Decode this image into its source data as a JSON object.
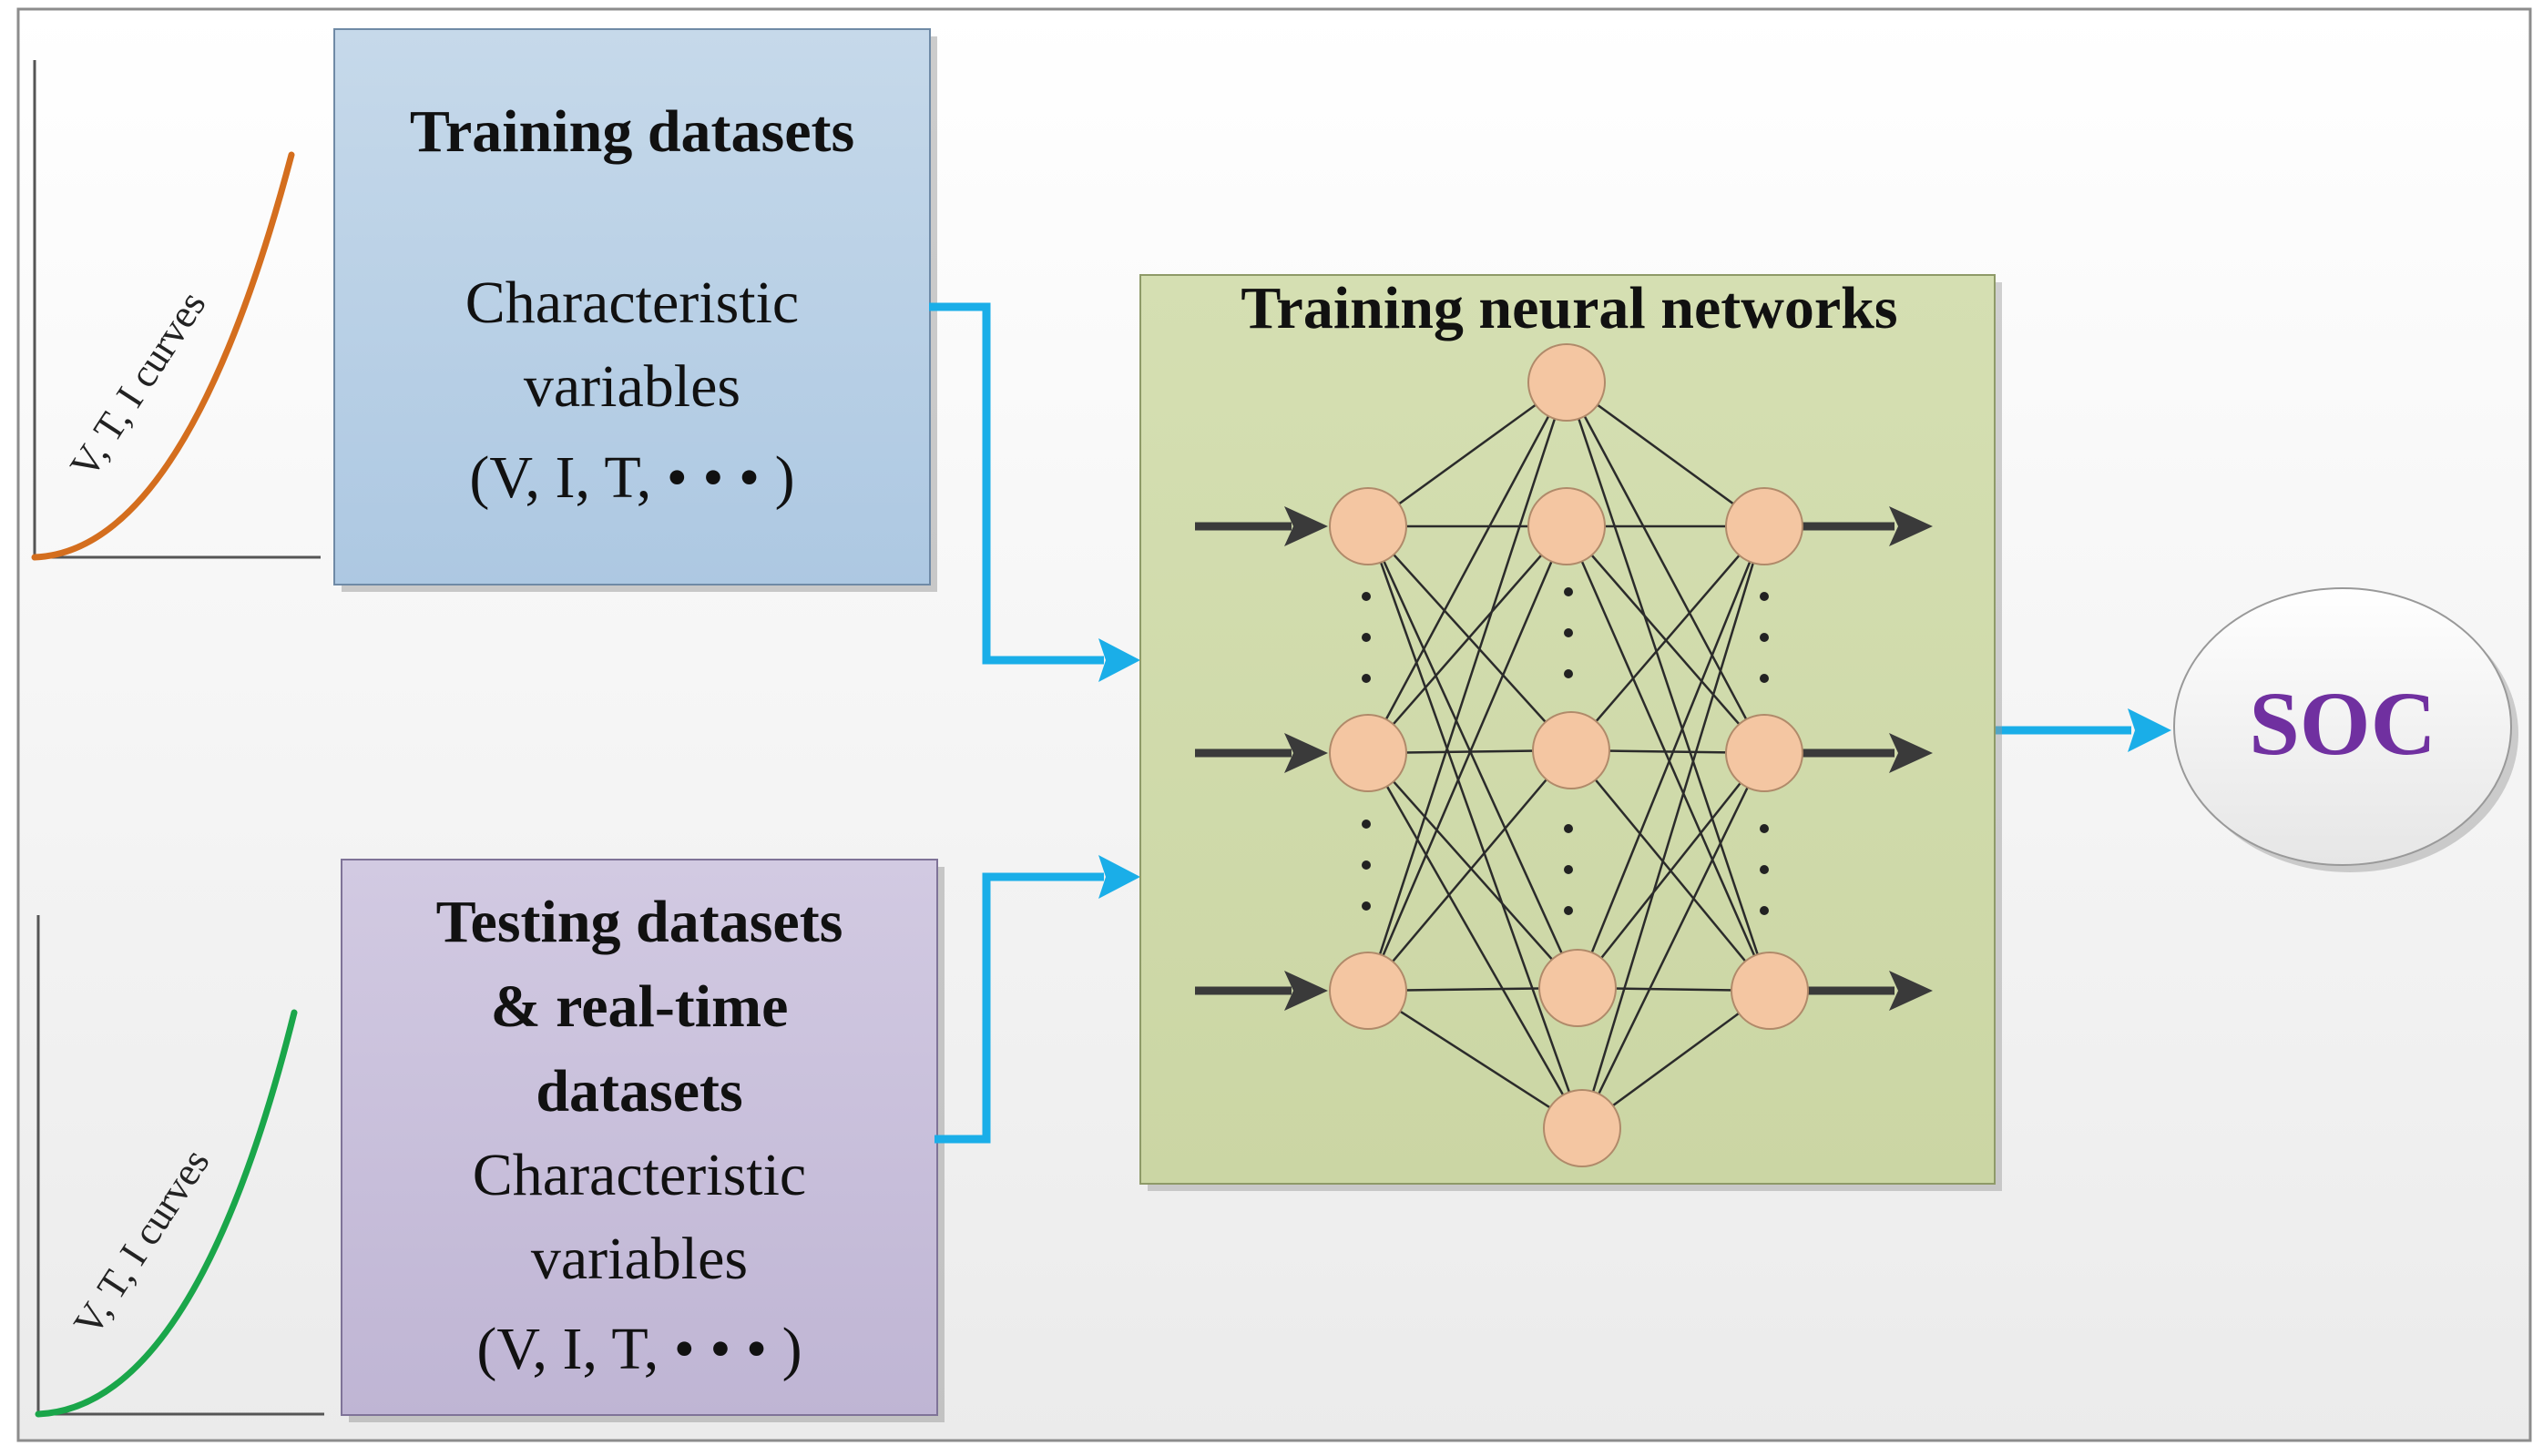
{
  "training_box": {
    "title": "Training datasets",
    "line1": "Characteristic",
    "line2": "variables",
    "line3": "(V, I, T, • • • )"
  },
  "testing_box": {
    "title_line1": "Testing datasets",
    "title_line2": "& real-time",
    "title_line3": "datasets",
    "line1": "Characteristic",
    "line2": "variables",
    "line3": "(V, I, T, • • • )"
  },
  "curve_label_top": "V, T, I  curves",
  "curve_label_bottom": "V, T, I  curves",
  "nn_box": {
    "title": "Training neural networks"
  },
  "output": {
    "label": "SOC"
  },
  "colors": {
    "training_fill": "#b5cde3",
    "testing_fill": "#c6bcd8",
    "nn_fill": "#d1dbac",
    "neuron_fill": "#f4c6a2",
    "arrow_blue": "#1aaee8",
    "curve_top": "#d46e1e",
    "curve_bottom": "#1aa64a",
    "soc_text": "#7030a0"
  }
}
